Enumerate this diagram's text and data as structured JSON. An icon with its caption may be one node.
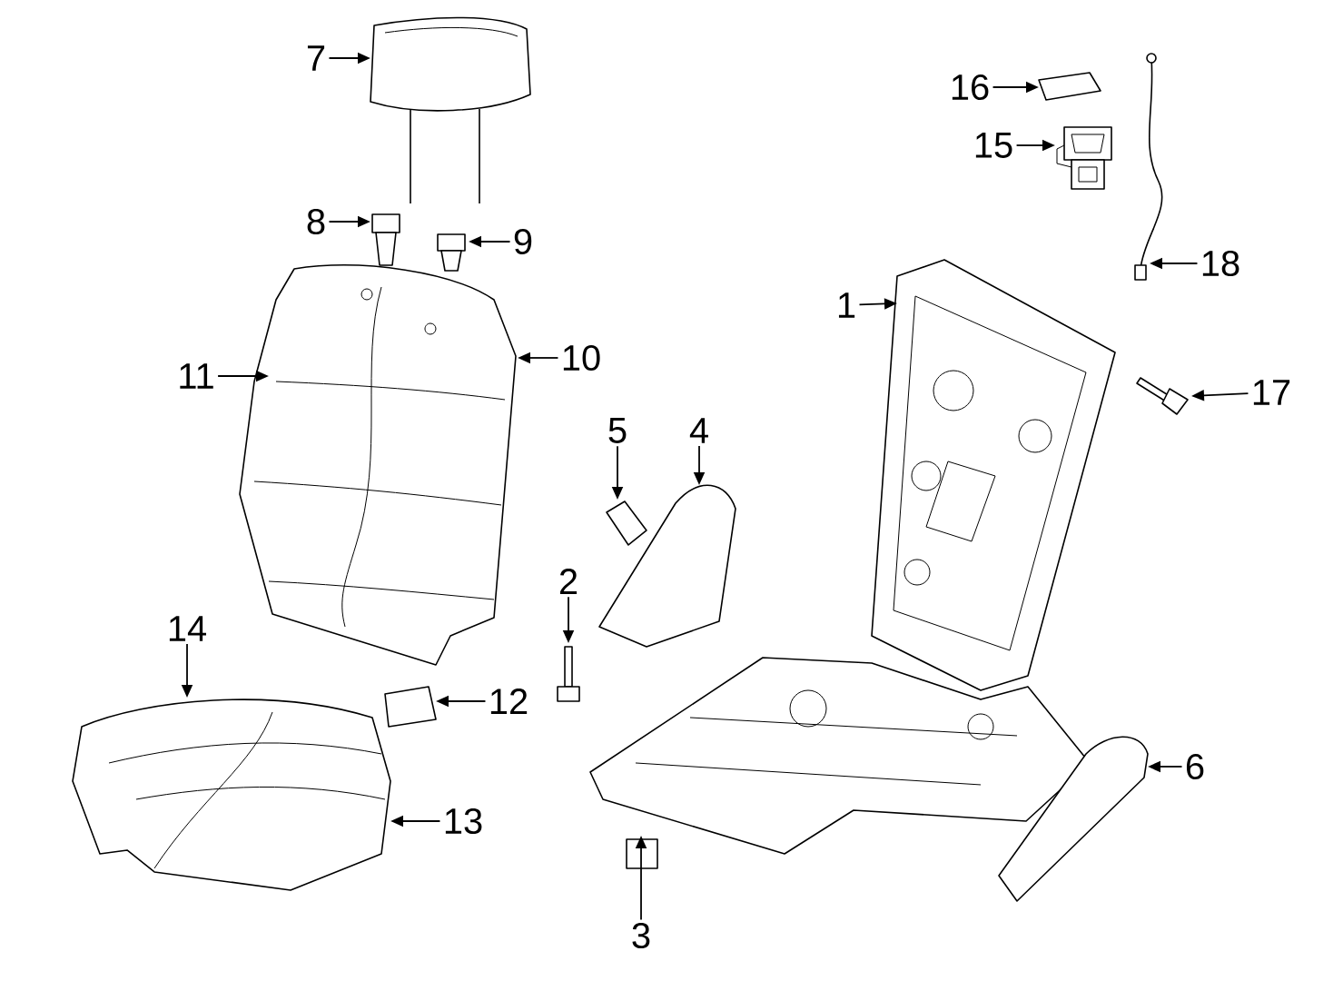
{
  "diagram": {
    "nodes": [
      {
        "text": [
          "1"
        ]
      },
      {
        "text": [
          "2"
        ]
      },
      {
        "text": [
          "3"
        ]
      },
      {
        "text": [
          "4"
        ]
      },
      {
        "text": [
          "5"
        ]
      },
      {
        "text": [
          "6"
        ]
      },
      {
        "text": [
          "7"
        ]
      },
      {
        "text": [
          "8"
        ]
      },
      {
        "text": [
          "9"
        ]
      },
      {
        "text": [
          "10"
        ]
      },
      {
        "text": [
          "11"
        ]
      },
      {
        "text": [
          "12"
        ]
      },
      {
        "text": [
          "13"
        ]
      },
      {
        "text": [
          "14"
        ]
      },
      {
        "text": [
          "15"
        ]
      },
      {
        "text": [
          "16"
        ]
      },
      {
        "text": [
          "17"
        ]
      },
      {
        "text": [
          "18"
        ]
      },
      {
        "text": [],
        "shape": "picture"
      },
      {
        "text": [],
        "shape": "picture"
      },
      {
        "text": [],
        "shape": "picture"
      },
      {
        "text": [],
        "shape": "picture"
      },
      {
        "text": [],
        "shape": "picture"
      },
      {
        "text": [],
        "shape": "picture"
      },
      {
        "text": [],
        "shape": "picture"
      },
      {
        "text": [],
        "shape": "picture"
      },
      {
        "text": [],
        "shape": "picture"
      },
      {
        "text": [],
        "shape": "picture"
      },
      {
        "text": [],
        "shape": "picture"
      },
      {
        "text": [],
        "shape": "picture"
      },
      {
        "text": [],
        "shape": "picture"
      },
      {
        "text": [],
        "shape": "picture"
      },
      {
        "text": [],
        "shape": "picture"
      },
      {
        "text": [],
        "shape": "picture"
      }
    ],
    "edges": [
      {
        "from": 0,
        "to": 18,
        "arrow": "to"
      },
      {
        "from": 1,
        "to": 19,
        "arrow": "to"
      },
      {
        "from": 2,
        "to": 20,
        "arrow": "to"
      },
      {
        "from": 3,
        "to": 21,
        "arrow": "to"
      },
      {
        "from": 4,
        "to": 22,
        "arrow": "to"
      },
      {
        "from": 5,
        "to": 23,
        "arrow": "to"
      },
      {
        "from": 6,
        "to": 24,
        "arrow": "to"
      },
      {
        "from": 7,
        "to": 25,
        "arrow": "to"
      },
      {
        "from": 8,
        "to": 26,
        "arrow": "to"
      },
      {
        "from": 9,
        "to": 27,
        "arrow": "to"
      },
      {
        "from": 10,
        "to": 27,
        "arrow": "to"
      },
      {
        "from": 11,
        "to": 28,
        "arrow": "to"
      },
      {
        "from": 12,
        "to": 29,
        "arrow": "to"
      },
      {
        "from": 13,
        "to": 29,
        "arrow": "to"
      },
      {
        "from": 14,
        "to": 30,
        "arrow": "to"
      },
      {
        "from": 15,
        "to": 31,
        "arrow": "to"
      },
      {
        "from": 16,
        "to": 32,
        "arrow": "to"
      },
      {
        "from": 17,
        "to": 33,
        "arrow": "to"
      }
    ]
  }
}
